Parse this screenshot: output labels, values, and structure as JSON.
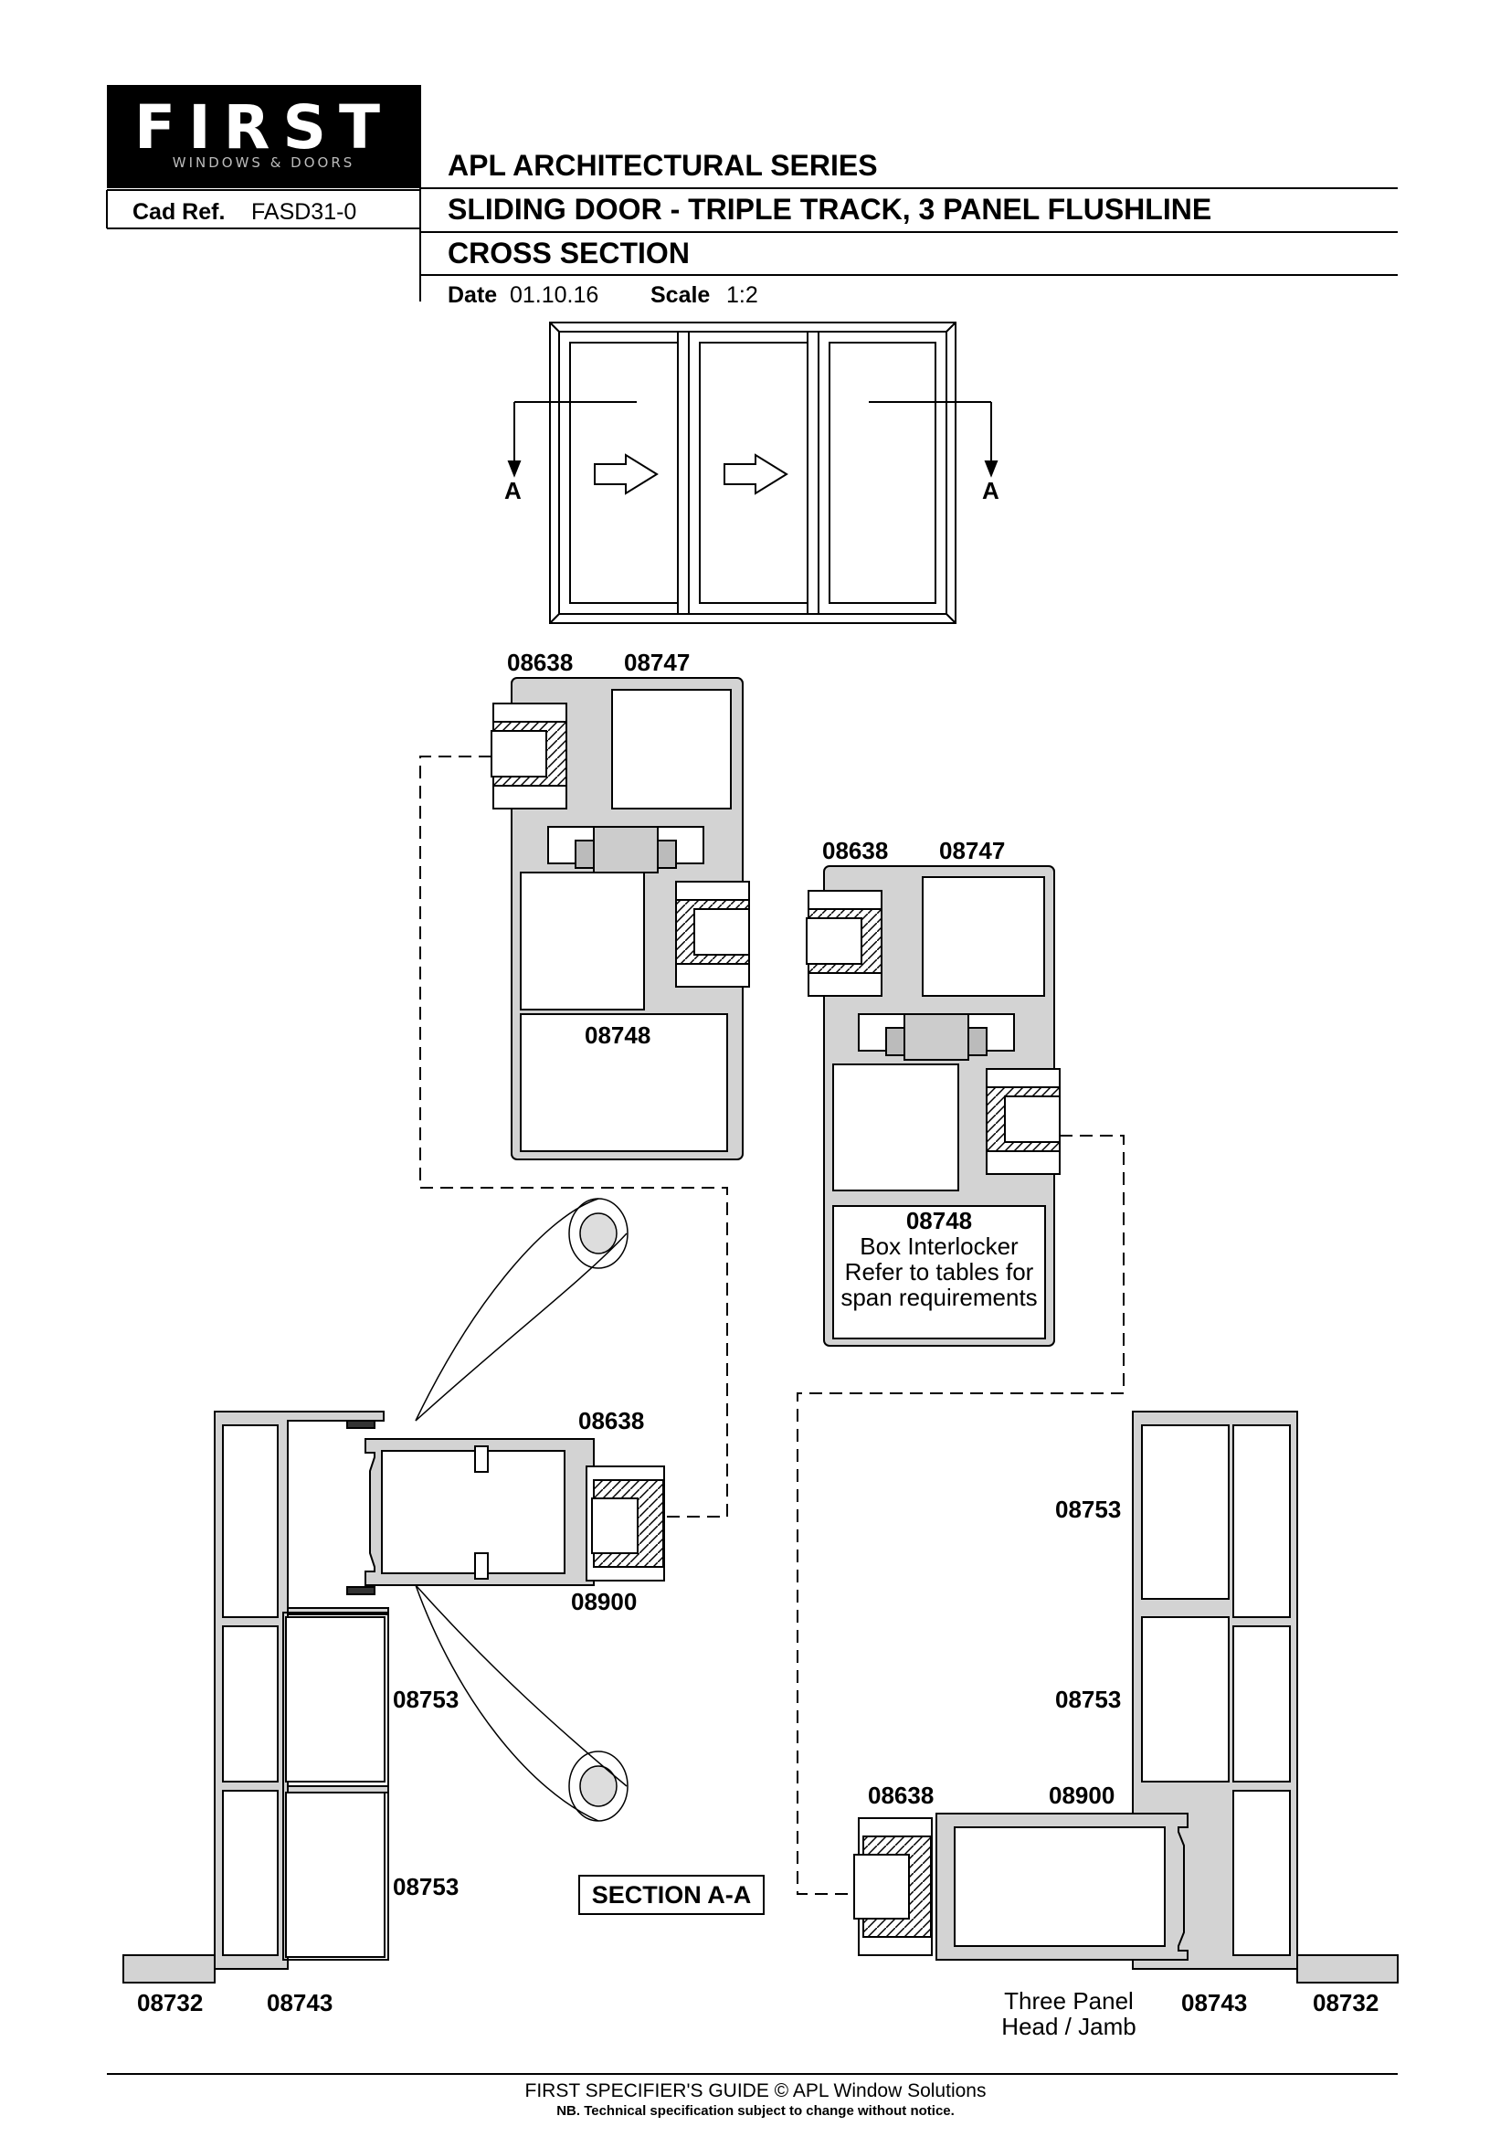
{
  "header": {
    "logo_text": "FIRST",
    "logo_subtext": "WINDOWS & DOORS",
    "cad_ref_label": "Cad Ref.",
    "cad_ref_value": "FASD31-0",
    "series": "APL ARCHITECTURAL SERIES",
    "product": "SLIDING DOOR - TRIPLE TRACK, 3 PANEL FLUSHLINE",
    "view": "CROSS SECTION",
    "date_label": "Date",
    "date_value": "01.10.16",
    "scale_label": "Scale",
    "scale_value": "1:2"
  },
  "elevation": {
    "marker_left": "A",
    "marker_right": "A"
  },
  "upper_left_section": {
    "label_a": "08638",
    "label_b": "08747",
    "label_c": "08748"
  },
  "middle_right_section": {
    "label_a": "08638",
    "label_b": "08747",
    "label_c": "08748",
    "note_1": "Box Interlocker",
    "note_2": "Refer to tables for",
    "note_3": "span requirements"
  },
  "bottom_left_jamb": {
    "label_top": "08638",
    "label_sash": "08900",
    "label_mid_1": "08753",
    "label_mid_2": "08753",
    "label_base_1": "08732",
    "label_base_2": "08743"
  },
  "section_title": "SECTION A-A",
  "bottom_right_jamb": {
    "label_mid_1": "08753",
    "label_mid_2": "08753",
    "label_sash_a": "08638",
    "label_sash_b": "08900",
    "caption_1": "Three Panel",
    "caption_2": "Head / Jamb",
    "label_base_1": "08743",
    "label_base_2": "08732"
  },
  "footer": {
    "line_1": "FIRST SPECIFIER'S GUIDE  © APL Window Solutions",
    "line_2": "NB. Technical specification subject to change without notice."
  }
}
